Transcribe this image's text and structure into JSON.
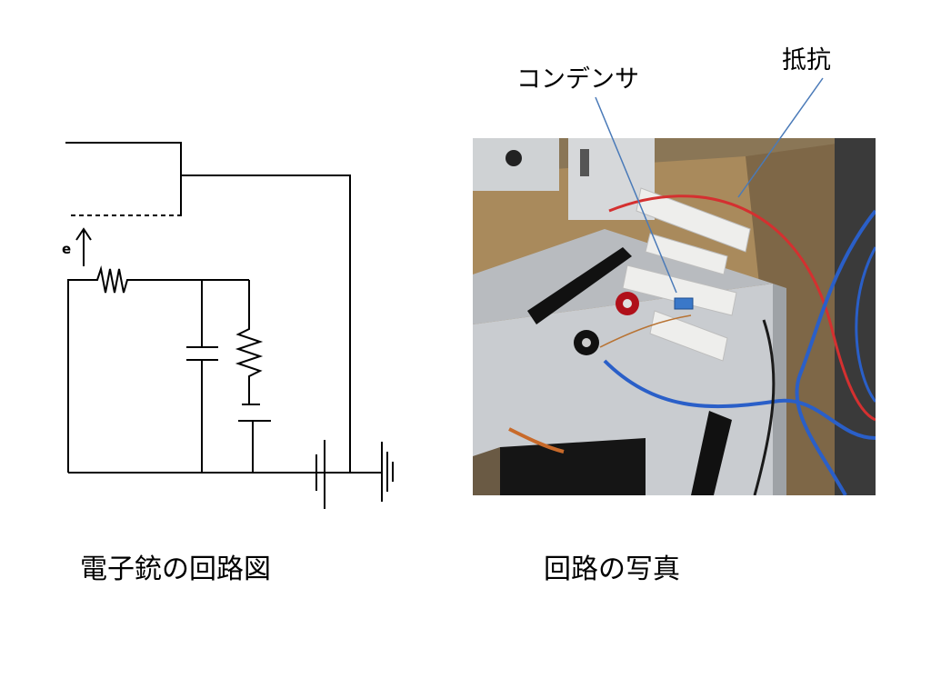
{
  "diagram": {
    "caption": "電子銃の回路図",
    "electron_label": "e"
  },
  "photo": {
    "caption": "回路の写真",
    "label_capacitor": "コンデンサ",
    "label_resistor": "抵抗"
  },
  "colors": {
    "line": "#000000",
    "callout": "#4a7ab8",
    "wire_blue": "#2a5fc8",
    "wire_red": "#d43030",
    "bench": "#a98a5c",
    "chassis": "#c9ccd0"
  }
}
